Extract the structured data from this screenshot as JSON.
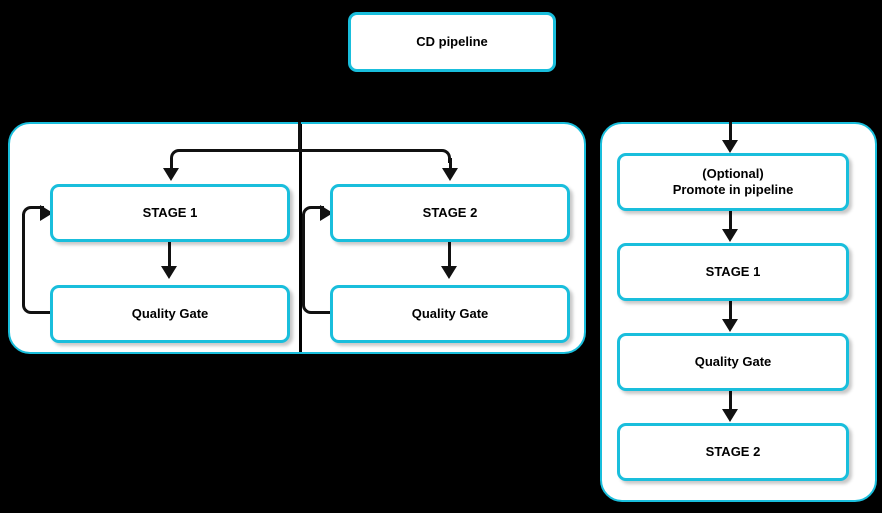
{
  "diagram": {
    "title_node": {
      "label": "CD pipeline"
    },
    "left_panel": {
      "name": "parallel-stages-panel",
      "columns": [
        {
          "stage": {
            "label": "STAGE 1"
          },
          "gate": {
            "label": "Quality Gate"
          }
        },
        {
          "stage": {
            "label": "STAGE 2"
          },
          "gate": {
            "label": "Quality Gate"
          }
        }
      ]
    },
    "right_panel": {
      "name": "sequential-stages-panel",
      "nodes": [
        {
          "label_line1": "(Optional)",
          "label_line2": "Promote in pipeline"
        },
        {
          "label": "STAGE 1"
        },
        {
          "label": "Quality Gate"
        },
        {
          "label": "STAGE 2"
        }
      ]
    },
    "colors": {
      "accent": "#19bedc",
      "background": "#000000",
      "surface": "#ffffff",
      "connector": "#111111"
    }
  }
}
